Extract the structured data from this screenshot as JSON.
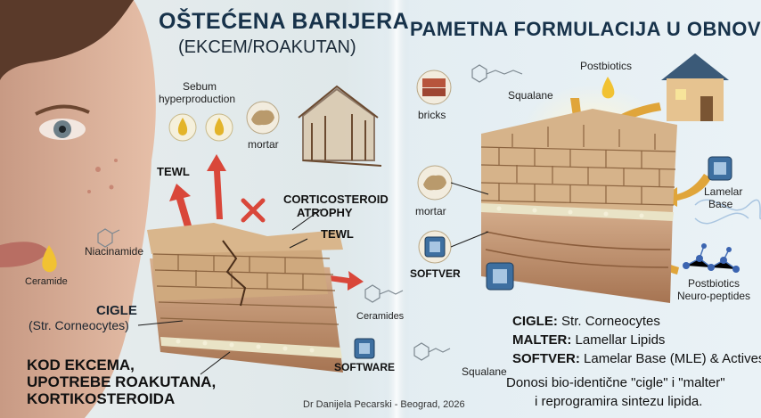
{
  "left": {
    "title": "OŠTEĆENA BARIJERA",
    "subtitle": "(EKCEM/ROAKUTAN)",
    "sebum_label_1": "Sebum",
    "sebum_label_2": "hyperproduction",
    "mortar_label": "mortar",
    "tewl_left": "TEWL",
    "corticosteroid_1": "CORTICOSTEROID",
    "corticosteroid_2": "ATROPHY",
    "tewl_right": "TEWL",
    "niacinamide_label": "Niacinamide",
    "ceramide_label": "Ceramide",
    "cigle_label": "CIGLE",
    "cigle_sub": "(Str. Corneocytes)",
    "ceramides_label": "Ceramides",
    "software_label": "SOFTWARE",
    "caption_1": "KOD EKCEMA,",
    "caption_2": "UPOTREBE ROAKUTANA,",
    "caption_3": "KORTIKOSTEROIDA"
  },
  "right": {
    "title": "PAMETNA FORMULACIJA U OBNOVI",
    "postbiotics_top": "Postbiotics",
    "squalane_top": "Squalane",
    "bricks_label": "bricks",
    "mortar_label": "mortar",
    "lamelar_1": "Lamelar",
    "lamelar_2": "Base",
    "softver_label": "SOFTVER",
    "postbiotics_bottom": "Postbiotics",
    "neuro_label": "Neuro-peptides",
    "squalane_bottom": "Squalane"
  },
  "legend": {
    "line1_key": "CIGLE:",
    "line1_val": "Str. Corneocytes",
    "line2_key": "MALTER:",
    "line2_val": "Lamellar Lipids",
    "line3_key": "SOFTVER:",
    "line3_val": "Lamelar Base (MLE) & Actives",
    "line4": "Donosi bio-identične \"cigle\" i \"malter\"",
    "line5": "i reprogramira sintezu lipida."
  },
  "credit": "Dr Danijela Pecarski - Beograd, 2026",
  "colors": {
    "brick": "#c9a37a",
    "brick_dark": "#8c6440",
    "arrow_red": "#d9473a",
    "arrow_gold": "#e0a53a",
    "title_blue": "#17324a",
    "ceramide_yellow": "#f1c232"
  }
}
